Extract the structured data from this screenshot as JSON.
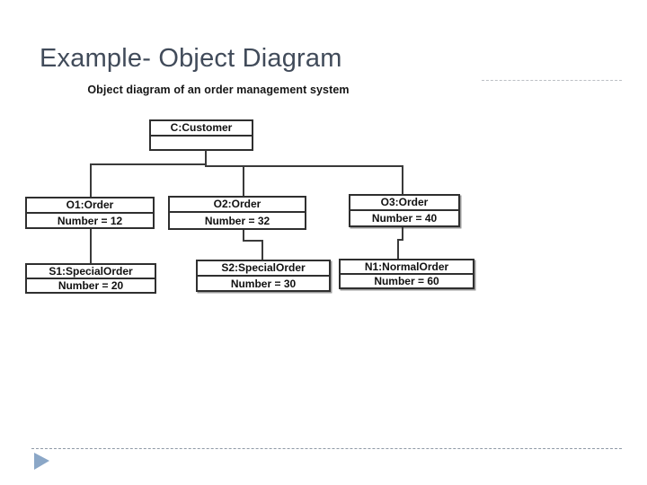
{
  "slide": {
    "title": "Example- Object Diagram",
    "caption": "Object diagram of an order management system"
  },
  "colors": {
    "title_text": "#414b5a",
    "box_border": "#2f2f2f",
    "connector": "#3a3a3a",
    "dash_top": "#bcc0c5",
    "dash_bottom": "#8f9aa6",
    "bullet_arrow": "#8ba7c7"
  },
  "diagram": {
    "nodes": [
      {
        "id": "customer",
        "name": "C:Customer",
        "value": ""
      },
      {
        "id": "o1",
        "name": "O1:Order",
        "value": "Number = 12"
      },
      {
        "id": "o2",
        "name": "O2:Order",
        "value": "Number = 32"
      },
      {
        "id": "o3",
        "name": "O3:Order",
        "value": "Number = 40"
      },
      {
        "id": "s1",
        "name": "S1:SpecialOrder",
        "value": "Number = 20"
      },
      {
        "id": "s2",
        "name": "S2:SpecialOrder",
        "value": "Number = 30"
      },
      {
        "id": "n1",
        "name": "N1:NormalOrder",
        "value": "Number = 60"
      }
    ],
    "edges": [
      {
        "from": "C:Customer",
        "to": "O1:Order"
      },
      {
        "from": "C:Customer",
        "to": "O2:Order"
      },
      {
        "from": "C:Customer",
        "to": "O3:Order"
      },
      {
        "from": "O1:Order",
        "to": "S1:SpecialOrder"
      },
      {
        "from": "O2:Order",
        "to": "S2:SpecialOrder"
      },
      {
        "from": "O3:Order",
        "to": "N1:NormalOrder"
      }
    ]
  }
}
